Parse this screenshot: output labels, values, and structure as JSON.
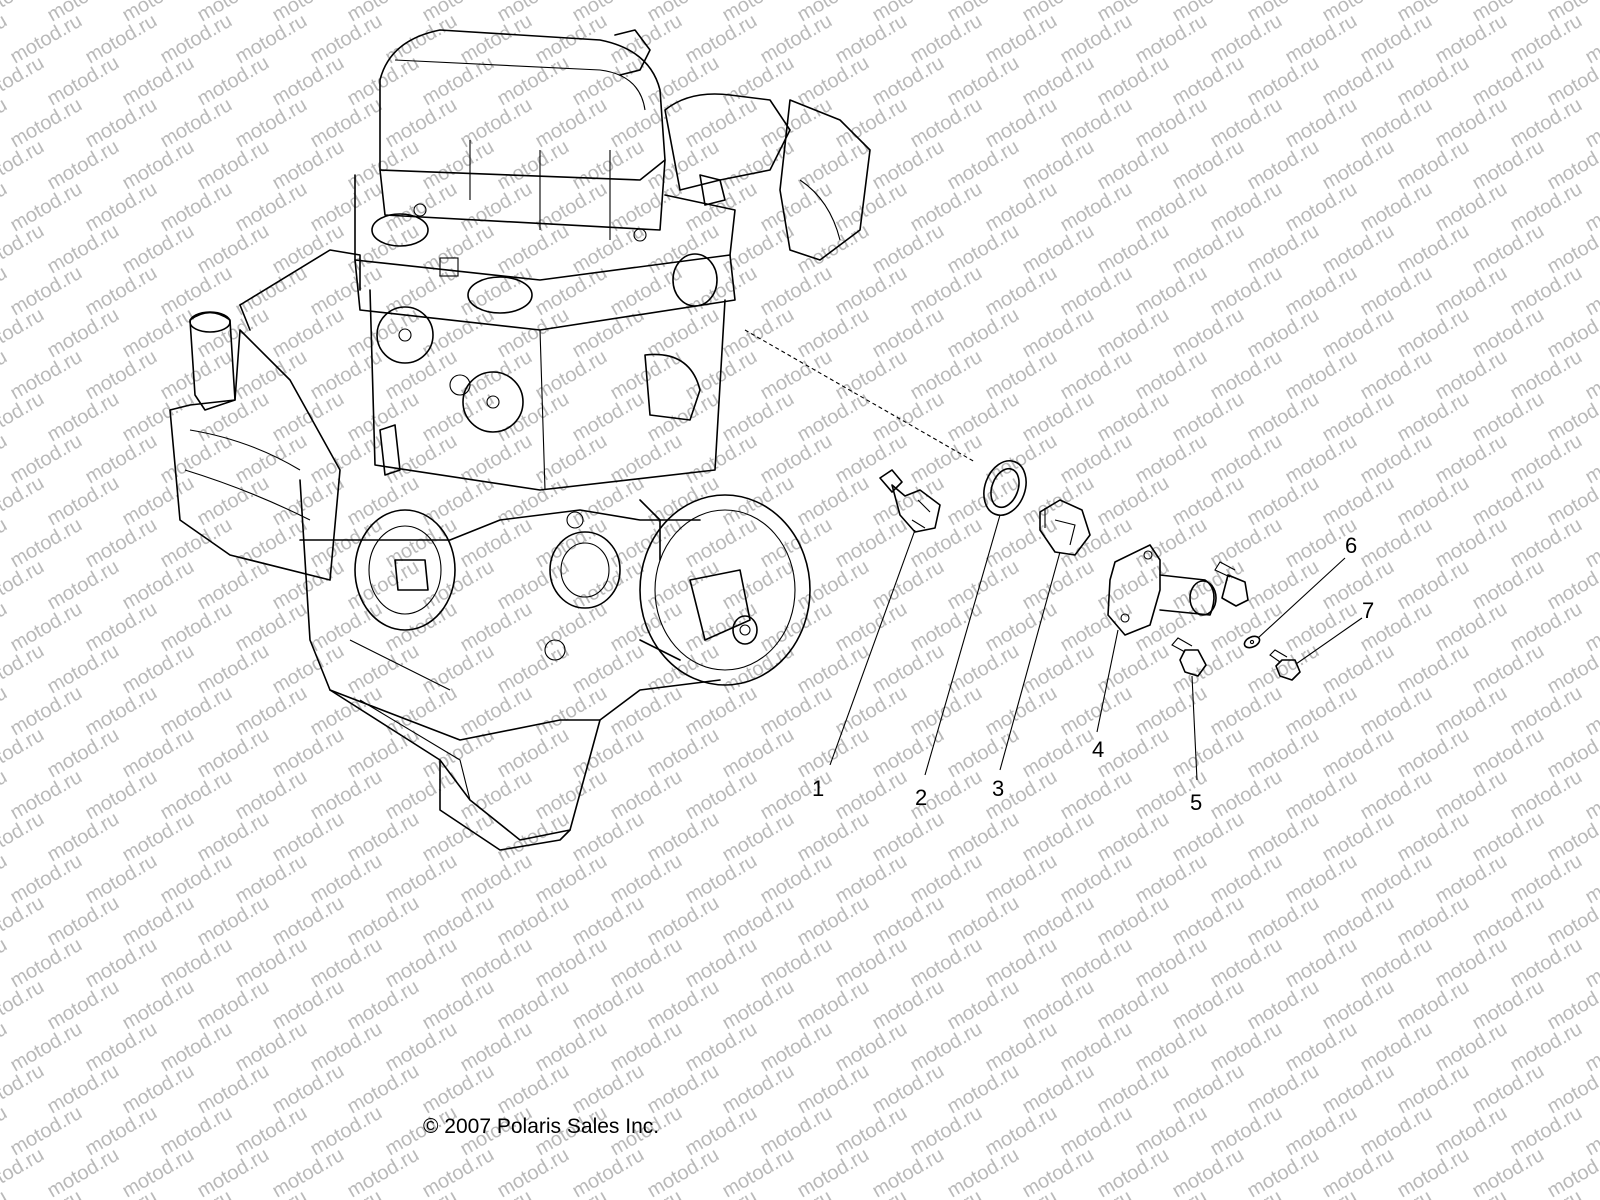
{
  "watermark": "motod.ru",
  "copyright": "© 2007 Polaris Sales Inc.",
  "callouts": [
    {
      "id": "1",
      "label": "1"
    },
    {
      "id": "2",
      "label": "2"
    },
    {
      "id": "3",
      "label": "3"
    },
    {
      "id": "4",
      "label": "4"
    },
    {
      "id": "5",
      "label": "5"
    },
    {
      "id": "6",
      "label": "6"
    },
    {
      "id": "7",
      "label": "7"
    }
  ]
}
